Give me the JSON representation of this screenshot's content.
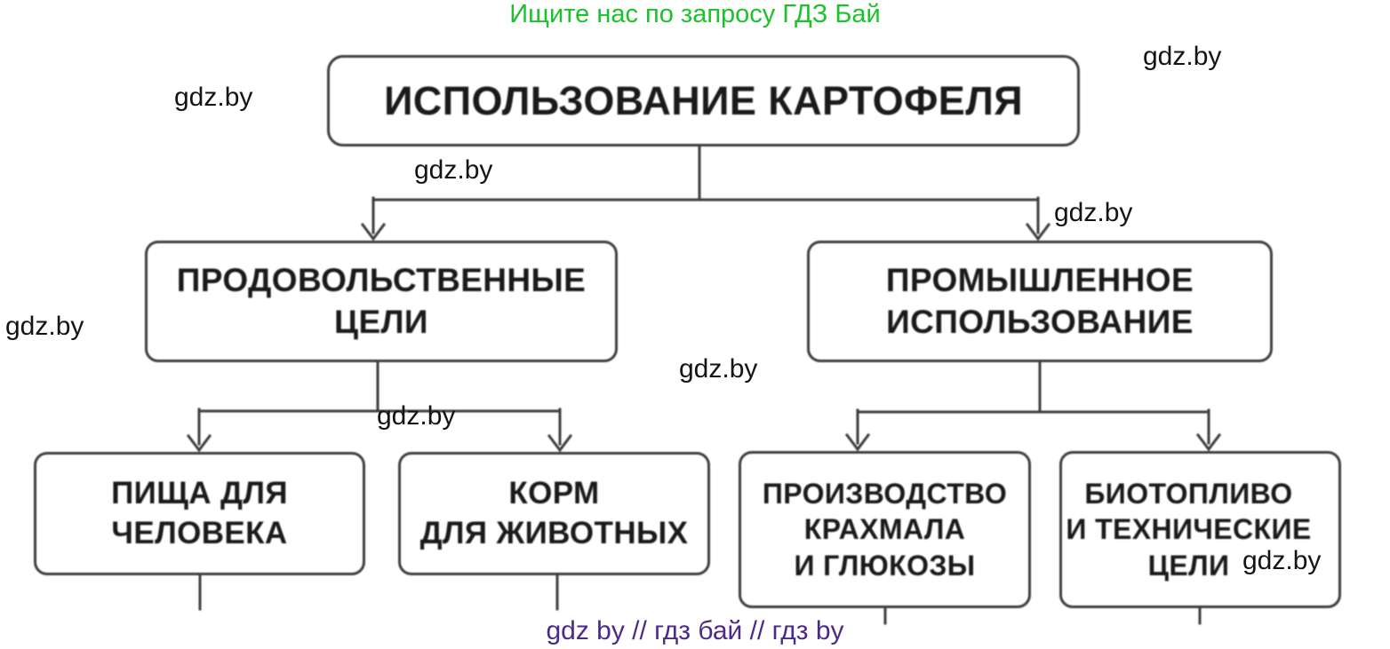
{
  "banners": {
    "top": "Ищите нас по запросу ГДЗ Бай",
    "bottom": "gdz by  //  гдз бай  //  гдз by"
  },
  "watermark": {
    "text": "gdz.by"
  },
  "flowchart": {
    "title": "ИСПОЛЬЗОВАНИЕ КАРТОФЕЛЯ",
    "branches": [
      {
        "label": "ПРОДОВОЛЬСТВЕННЫЕ\nЦЕЛИ",
        "children": [
          {
            "label": "ПИЩА ДЛЯ\nЧЕЛОВЕКА"
          },
          {
            "label": "КОРМ\nДЛЯ ЖИВОТНЫХ"
          }
        ]
      },
      {
        "label": "ПРОМЫШЛЕННОЕ\nИСПОЛЬЗОВАНИЕ",
        "children": [
          {
            "label": "ПРОИЗВОДСТВО\nКРАХМАЛА\nИ ГЛЮКОЗЫ"
          },
          {
            "label": "БИОТОПЛИВО\nИ ТЕХНИЧЕСКИЕ\nЦЕЛИ"
          }
        ]
      }
    ]
  },
  "colors": {
    "banner_top_green": "#1bc32b",
    "banner_bottom_purple": "#4d2a87",
    "diagram_line": "#3e3e3e",
    "node_text": "#1a1a1a",
    "background": "#ffffff"
  }
}
